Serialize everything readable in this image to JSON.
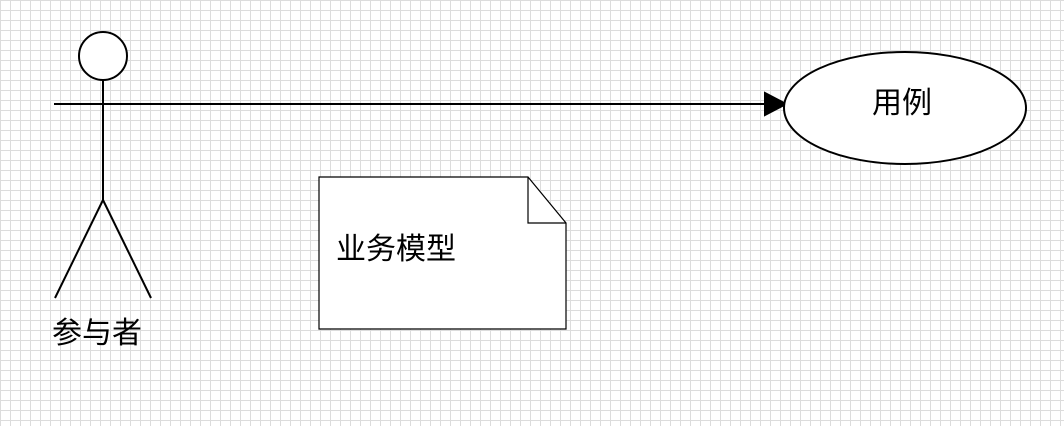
{
  "diagram": {
    "actor": {
      "label": "参与者"
    },
    "use_case": {
      "label": "用例"
    },
    "note": {
      "label": "业务模型"
    },
    "association": {
      "from": "actor",
      "to": "use_case",
      "arrow": "filled-triangle"
    }
  },
  "colors": {
    "stroke": "#000000",
    "fill": "#ffffff",
    "grid": "#dcdcdc"
  }
}
